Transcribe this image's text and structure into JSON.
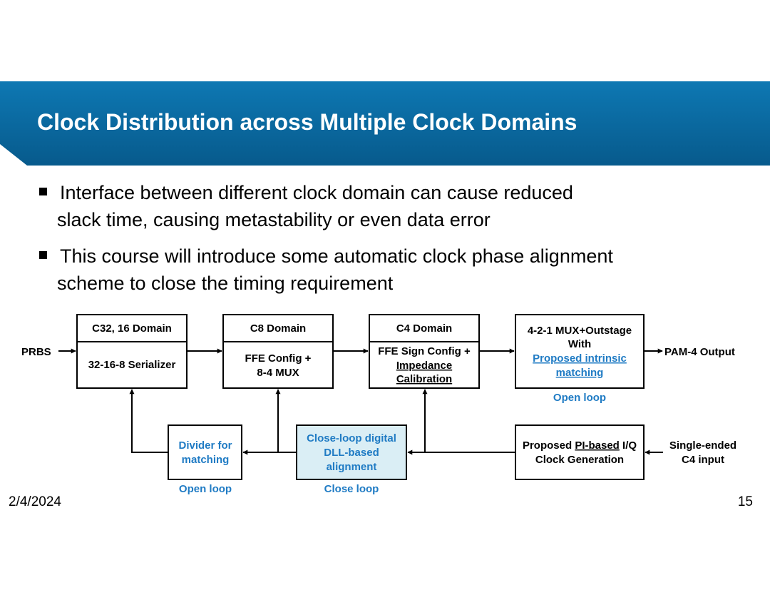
{
  "slide": {
    "title": "Clock Distribution across Multiple Clock Domains",
    "bullets": [
      [
        "Interface between different clock domain can cause reduced",
        "slack time, causing metastability or even data error"
      ],
      [
        "This course will introduce some automatic clock phase alignment",
        "scheme to close the timing requirement"
      ]
    ],
    "date": "2/4/2024",
    "page_number": "15",
    "colors": {
      "banner": "#0a6aa1",
      "accent_text": "#1f7bc4",
      "dll_fill": "#daeef5"
    }
  },
  "diagram": {
    "inputs": {
      "prbs": "PRBS",
      "single_ended": [
        "Single-ended",
        "C4 input"
      ]
    },
    "output": "PAM-4 Output",
    "blocks": {
      "c32": {
        "header": "C32, 16 Domain",
        "body": "32-16-8 Serializer"
      },
      "c8": {
        "header": "C8 Domain",
        "body": [
          "FFE Config +",
          "8-4 MUX"
        ]
      },
      "c4": {
        "header": "C4 Domain",
        "body": [
          "FFE Sign Config +",
          "Impedance",
          "Calibration"
        ]
      },
      "mux": {
        "lines": [
          "4-2-1 MUX+Outstage",
          "With"
        ],
        "link_lines": [
          "Proposed intrinsic",
          "matching"
        ],
        "caption": "Open loop"
      },
      "pi": {
        "line1_prefix": "Proposed ",
        "line1_link": "PI-based",
        "line1_suffix": " I/Q",
        "line2": "Clock Generation"
      },
      "dll": {
        "lines": [
          "Close-loop digital",
          "DLL-based",
          "alignment"
        ],
        "caption": "Close loop"
      },
      "divider": {
        "lines": [
          "Divider for",
          "matching"
        ],
        "caption": "Open loop"
      }
    }
  }
}
